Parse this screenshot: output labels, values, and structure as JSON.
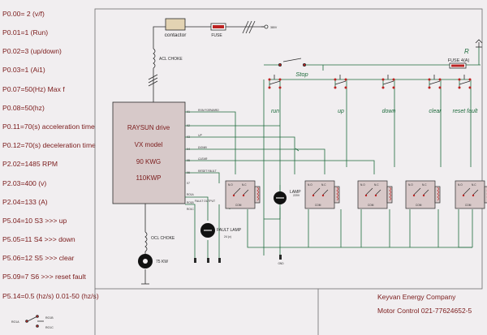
{
  "parameters": [
    "P0.00= 2   (v/f)",
    "P0.01=1   (Run)",
    "P0.02=3   (up/down)",
    "P0.03=1   (Ai1)",
    "P0.07=50(Hz)   Max f",
    "P0.08=50(hz)",
    "P0.11=70(s)   acceleration time",
    "P0.12=70(s)   deceleration time",
    "P2.02=1485   RPM",
    "P2.03=400   (v)",
    "P2.04=133   (A)",
    "P5.04=10   S3 >>> up",
    "P5.05=11   S4 >>> down",
    "P5.06=12   S5 >>> clear",
    "P5.09=7   S6 >>> reset fault",
    "P5.14=0.5 (hz/s)   0.01-50 (hz/s)"
  ],
  "company": {
    "name": "Keyvan Energy Company",
    "subtitle": "Motor Control 021-77624652-5"
  },
  "drive": {
    "lines": [
      "RAYSUN drive",
      "VX model",
      "90 KWG",
      "110KWP"
    ],
    "terminals": [
      "X1",
      "X2",
      "X3",
      "X4",
      "X5",
      "X6",
      "X7",
      "RO1A",
      "RO1B",
      "RO1C"
    ],
    "signals": [
      "RUN FORWARD",
      "UP",
      "DOWN",
      "CLEAR",
      "RESET FAULT"
    ],
    "fault_output": "FAULT OUTPUT"
  },
  "labels": {
    "contactor": "contactor",
    "fuse": "FUSE",
    "supply": "380V",
    "acl_choke": "ACL CHOKE",
    "ocl_choke": "OCL CHOKE",
    "motor": "75 KW",
    "fault_lamp": "FAULT LAMP",
    "fault_lamp_v": "24 (v)",
    "lamp": "LAMP",
    "lamp_v": "220V",
    "stop": "Stop",
    "fuse4": "FUSE 4(A)",
    "r": "R",
    "gnd": "GND"
  },
  "buttons": [
    "run",
    "up",
    "down",
    "clear",
    "reset fault"
  ],
  "relay": {
    "no": "N.O",
    "nc": "N.C",
    "com": "COM"
  },
  "legend": {
    "ro1a": "RO1A",
    "ro1b": "RO1B",
    "ro1c": "RO1C"
  },
  "colors": {
    "wire": "#1e6b3c",
    "ink": "#2a2a2a",
    "label": "#7a1a1a",
    "drive_box": "#d7c9c9",
    "relay_box": "#d8c8c8",
    "stop": "#1e6b3c"
  }
}
